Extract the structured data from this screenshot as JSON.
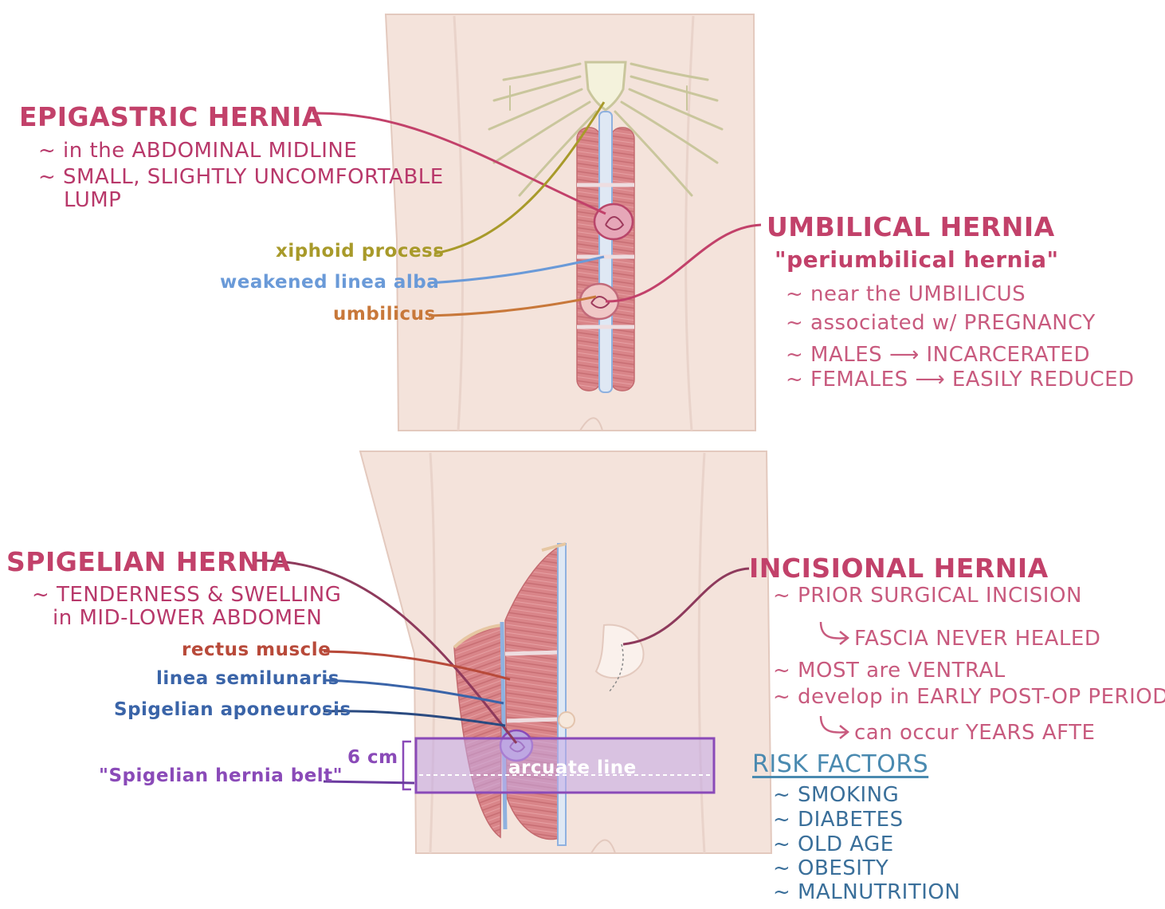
{
  "epigastric": {
    "title": "EPIGASTRIC HERNIA",
    "points": [
      "~ in the ABDOMINAL MIDLINE",
      "~ SMALL, SLIGHTLY UNCOMFORTABLE",
      "LUMP"
    ]
  },
  "upper_labels": {
    "xiphoid": "xiphoid process",
    "linea_alba": "weakened linea alba",
    "umbilicus": "umbilicus"
  },
  "umbilical": {
    "title": "UMBILICAL HERNIA",
    "subtitle": "\"periumbilical hernia\"",
    "points": [
      "~ near the UMBILICUS",
      "~ associated w/ PREGNANCY",
      "~ MALES ⟶ INCARCERATED",
      "~ FEMALES ⟶ EASILY REDUCED"
    ]
  },
  "spigelian": {
    "title": "SPIGELIAN HERNIA",
    "points": [
      "~ TENDERNESS & SWELLING",
      "in MID-LOWER ABDOMEN"
    ]
  },
  "lower_labels": {
    "rectus": "rectus muscle",
    "semilunaris": "linea semilunaris",
    "aponeurosis": "Spigelian aponeurosis",
    "belt": "\"Spigelian hernia belt\"",
    "six_cm": "6 cm",
    "arcuate": "arcuate line"
  },
  "incisional": {
    "title": "INCISIONAL HERNIA",
    "points": [
      "~ PRIOR SURGICAL INCISION",
      "FASCIA NEVER HEALED",
      "~ MOST are VENTRAL",
      "~ develop in EARLY POST-OP PERIOD",
      "can occur YEARS AFTE"
    ]
  },
  "risk": {
    "title": "RISK FACTORS",
    "items": [
      "~ SMOKING",
      "~ DIABETES",
      "~ OLD AGE",
      "~ OBESITY",
      "~ MALNUTRITION"
    ]
  },
  "colors": {
    "heading": "#c2416a",
    "xiphoid": "#a89a2a",
    "linea_alba": "#6a9ad8",
    "umbilicus": "#c8783a",
    "rectus_label": "#b84a3a",
    "blue_label": "#3a64a8",
    "belt": "#8a4ab8",
    "risk": "#4a8ab0",
    "skin": "#f3e1d9",
    "muscle": "#d98a8e"
  }
}
